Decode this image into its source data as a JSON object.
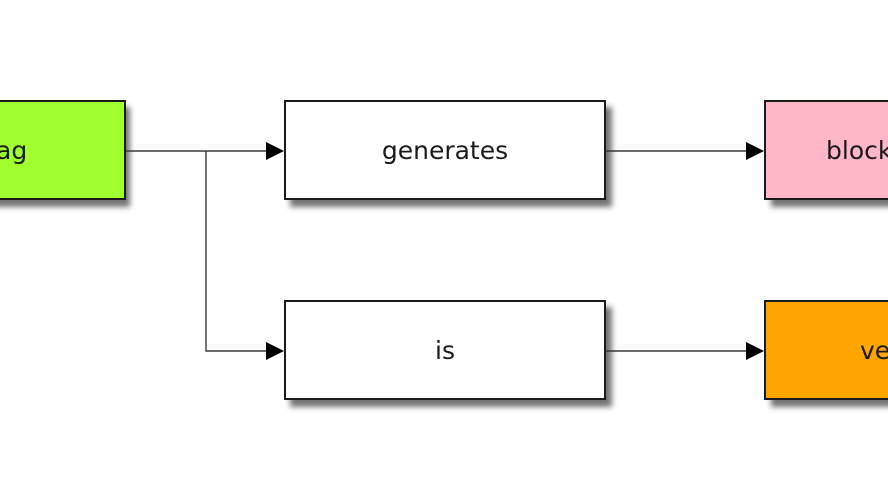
{
  "nodes": {
    "source": {
      "label": "ag",
      "fill": "#a0ff2e"
    },
    "generates": {
      "label": "generates",
      "fill": "#ffffff"
    },
    "is": {
      "label": "is",
      "fill": "#ffffff"
    },
    "block": {
      "label": "block",
      "fill": "#ffb6c6"
    },
    "ve": {
      "label": "ve",
      "fill": "#ffa500"
    }
  },
  "colors": {
    "edge": "#3a3a3a",
    "border": "#1a1a1a",
    "background": "#ffffff"
  }
}
